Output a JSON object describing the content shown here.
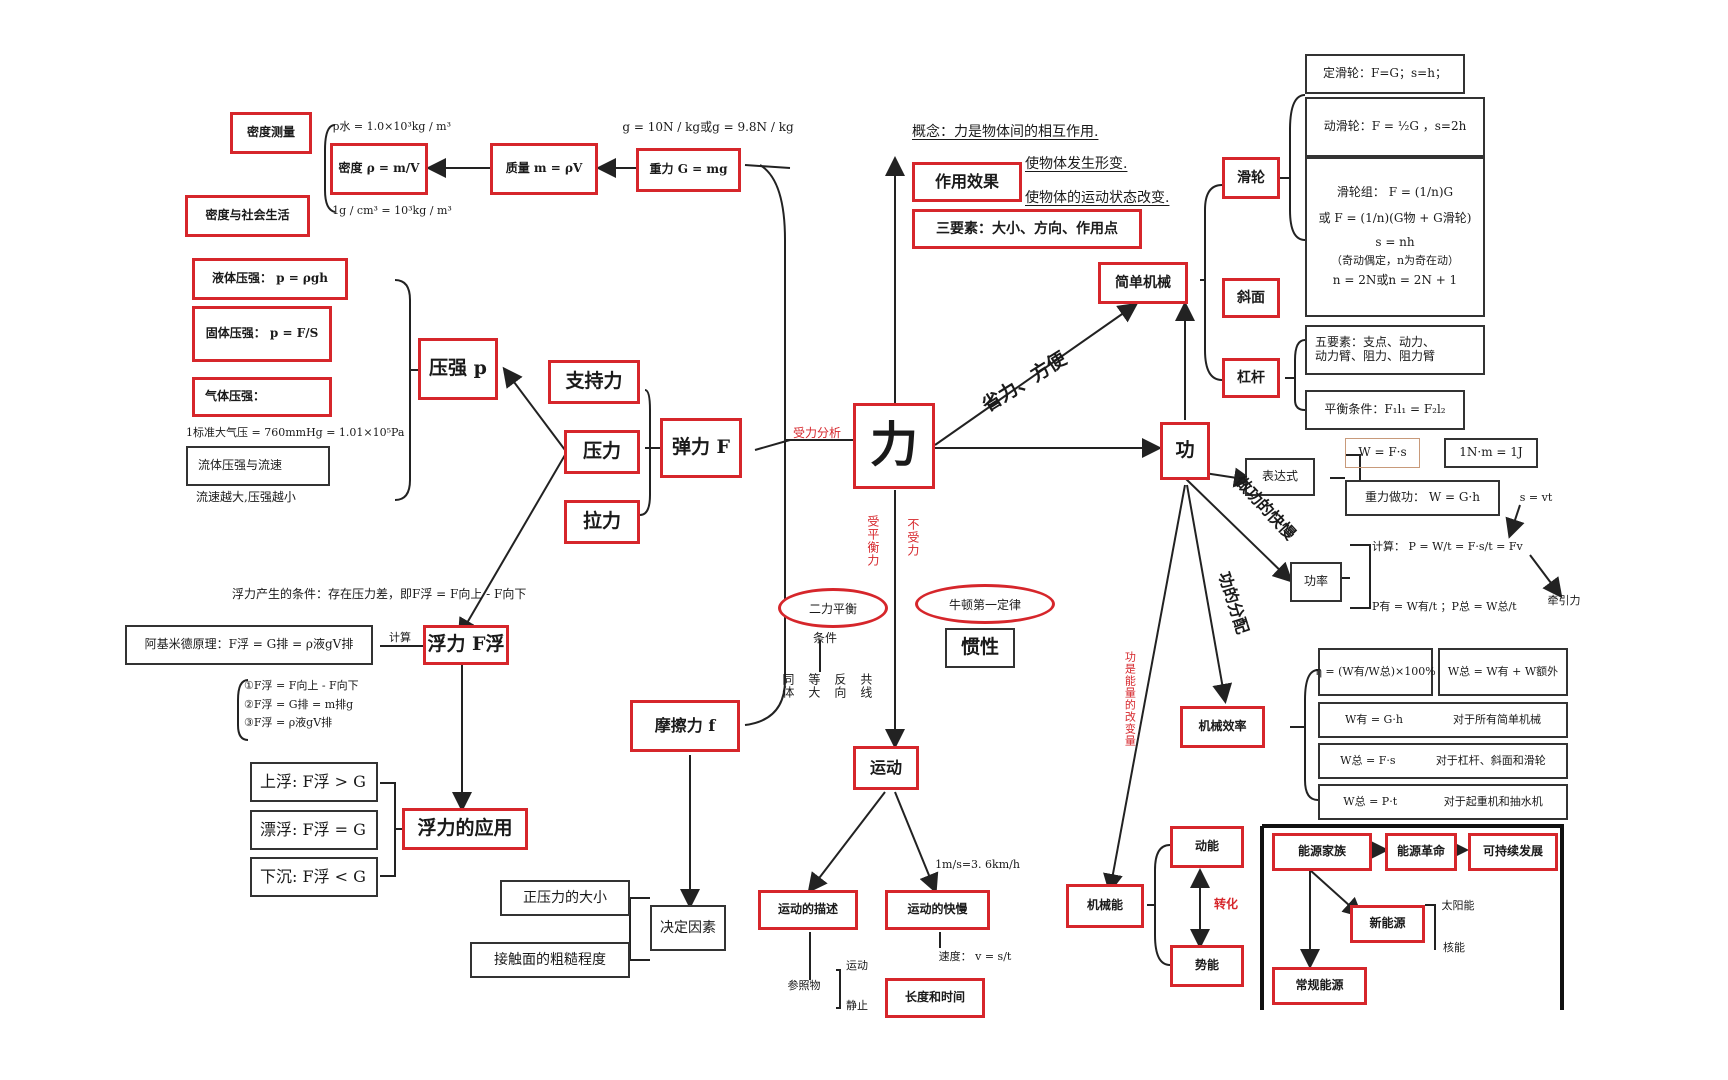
{
  "center": "力",
  "force_analysis": "受力分析",
  "concept": "概念：力是物体间的相互作用.",
  "effects": {
    "label": "作用效果",
    "shape": "使物体发生形变.",
    "motion": "使物体的运动状态改变."
  },
  "three_elements": "三要素：大小、方向、作用点",
  "simple_machines": {
    "title": "简单机械",
    "saves_label": "省力、方便",
    "pulley": "滑轮",
    "fixed_pulley": "定滑轮：F=G；s=h；",
    "moving_pulley": "动滑轮：F = ½G ，s=2h",
    "pulley_set": [
      "滑轮组：  F = (1/n)G",
      "或 F = (1/n)(G物 + G滑轮)",
      "s = nh",
      "（奇动偶定，n为奇在动）",
      "n = 2N或n = 2N + 1"
    ],
    "incline": "斜面",
    "lever": "杠杆",
    "lever_five": [
      "五要素：支点、动力、",
      "动力臂、阻力、阻力臂"
    ],
    "lever_balance": "平衡条件：F₁l₁ = F₂l₂"
  },
  "gravity": {
    "g_value": "g = 10N / kg或g = 9.8N / kg",
    "weight": "重力 G = mg",
    "mass": "质量 m = ρV",
    "density": "密度 ρ = m/V",
    "density_measure": "密度测量",
    "density_society": "密度与社会生活",
    "water_density": "ρ水 = 1.0×10³kg / m³",
    "unit_conv": "1g / cm³ = 10³kg / m³"
  },
  "elastic": {
    "title": "弹力 F",
    "support": "支持力",
    "pressure_force": "压力",
    "tension": "拉力"
  },
  "pressure": {
    "title": "压强 p",
    "liquid": "液体压强：  p = ρgh",
    "solid": "固体压强：  p = F/S",
    "gas": "气体压强：",
    "atm": "1标准大气压 = 760mmHg = 1.01×10⁵Pa",
    "fluid": "流体压强与流速",
    "fluid_note": "流速越大,压强越小"
  },
  "buoyancy": {
    "cause": "浮力产生的条件：存在压力差，即F浮 = F向上 - F向下",
    "archimedes": "阿基米德原理：F浮 = G排 = ρ液gV排",
    "calc": "计算",
    "title": "浮力 F浮",
    "formulas": [
      "①F浮 = F向上 - F向下",
      "②F浮 = G排 = m排g",
      "③F浮 = ρ液gV排"
    ],
    "application": "浮力的应用",
    "float_up": "上浮: F浮 > G",
    "floating": "漂浮: F浮 = G",
    "sink": "下沉: F浮 < G"
  },
  "friction": {
    "title": "摩擦力 f",
    "factors": "决定因素",
    "normal": "正压力的大小",
    "rough": "接触面的粗糙程度"
  },
  "balance": {
    "balanced": "受平衡力",
    "unforced": "不受力",
    "two_force": "二力平衡",
    "newton": "牛顿第一定律",
    "condition": "条件",
    "conds": [
      "同体",
      "等大",
      "反向",
      "共线"
    ],
    "inertia": "惯性"
  },
  "motion": {
    "title": "运动",
    "speed_conv": "1m/s=3. 6km/h",
    "description": "运动的描述",
    "reference": "参照物",
    "moving": "运动",
    "still": "静止",
    "speed": "运动的快慢",
    "velocity": "速度：  v = s/t",
    "length_time": "长度和时间"
  },
  "work": {
    "title": "功",
    "expression": "表达式",
    "w_fs": "W = F·s",
    "unit": "1N·m = 1J",
    "gravity_work": "重力做功： W = G·h",
    "speed_label": "做功的快慢",
    "power": "功率",
    "power_calc": "计算： P = W/t = F·s/t = Fv",
    "power_parts": "P有 = W有/t ；P总 = W总/t",
    "p_tv": "s = vt",
    "traction": "牵引力",
    "split_label": "功的分配",
    "efficiency": "机械效率",
    "eta": "η = (W有/W总)×100%",
    "w_total": "W总 = W有 + W额外",
    "w_use": "W有 = G·h",
    "w_use_note": "对于所有简单机械",
    "w_lever": "W总 = F·s",
    "w_lever_note": "对于杠杆、斜面和滑轮",
    "w_crane": "W总 = P·t",
    "w_crane_note": "对于起重机和抽水机",
    "energy_label": "功是能量的改变量"
  },
  "energy": {
    "mechanical": "机械能",
    "kinetic": "动能",
    "potential": "势能",
    "convert": "转化"
  },
  "energy_family": {
    "title": "能源家族",
    "revolution": "能源革命",
    "sustainable": "可持续发展",
    "new": "新能源",
    "solar": "太阳能",
    "nuclear": "核能",
    "conventional": "常规能源"
  }
}
